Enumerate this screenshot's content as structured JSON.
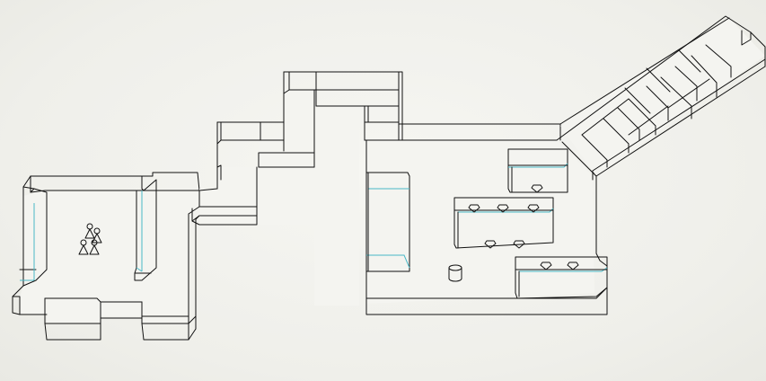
{
  "scene": {
    "background_color": "#f1f1ed",
    "line_color": "#111111",
    "highlight_color": "#49b8c6",
    "rooms": [
      {
        "name": "restroom-area",
        "items": [
          "restroom-icon-female",
          "restroom-icon-male",
          "partition-wall"
        ]
      },
      {
        "name": "staircase-corridor",
        "items": []
      },
      {
        "name": "main-hall",
        "items": [
          "long-bench",
          "display-case-top",
          "display-case-middle",
          "display-case-bottom",
          "stool"
        ]
      },
      {
        "name": "entry-ramp-walkway",
        "items": []
      }
    ],
    "display_cases": [
      {
        "name": "display-case-top",
        "gems": 1
      },
      {
        "name": "display-case-middle",
        "gems": 5
      },
      {
        "name": "display-case-bottom",
        "gems": 2
      }
    ]
  }
}
